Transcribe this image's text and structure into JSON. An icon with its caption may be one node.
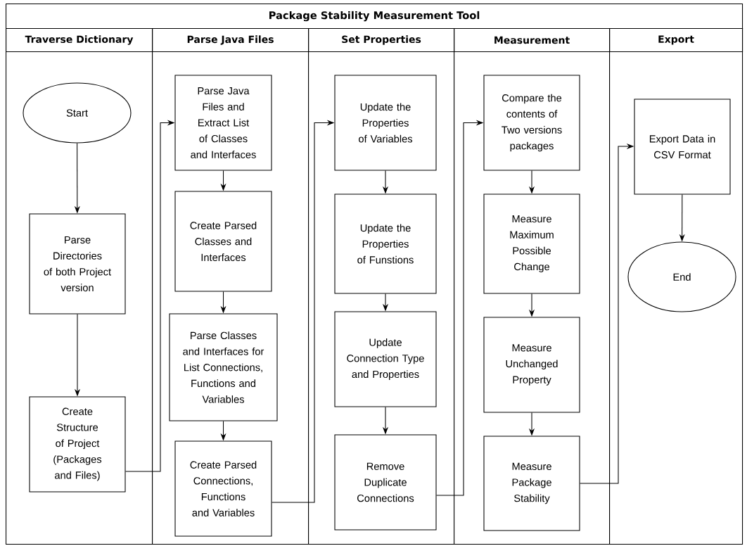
{
  "diagram": {
    "title": "Package Stability Measurement Tool",
    "nodes": [
      {
        "text": [
          "Traverse Dictionary"
        ]
      },
      {
        "text": [
          "Parse Java Files"
        ]
      },
      {
        "text": [
          "Set Properties"
        ]
      },
      {
        "text": [
          "Measurement"
        ]
      },
      {
        "text": [
          "Export"
        ]
      },
      {
        "text": [
          "Start"
        ],
        "in": 0
      },
      {
        "text": [
          "Parse Directories of both Project version"
        ],
        "in": 0
      },
      {
        "text": [
          "Create Structure of Project (Packages and Files)"
        ],
        "in": 0
      },
      {
        "text": [
          "Parse Java Files and Extract List of Classes and Interfaces"
        ],
        "in": 1
      },
      {
        "text": [
          "Create Parsed Classes and Interfaces"
        ],
        "in": 1
      },
      {
        "text": [
          "Parse Classes and Interfaces for List Connections, Functions and Variables"
        ],
        "in": 1
      },
      {
        "text": [
          "Create Parsed Connections, Functions and Variables"
        ],
        "in": 1
      },
      {
        "text": [
          "Update the Properties of Variables"
        ],
        "in": 2
      },
      {
        "text": [
          "Update the Properties of Funstions"
        ],
        "in": 2
      },
      {
        "text": [
          "Update Connection Type and Properties"
        ],
        "in": 2
      },
      {
        "text": [
          "Remove Duplicate Connections"
        ],
        "in": 2
      },
      {
        "text": [
          "Compare the contents of Two versions packages"
        ],
        "in": 3
      },
      {
        "text": [
          "Measure Maximum Possible Change"
        ],
        "in": 3
      },
      {
        "text": [
          "Measure Unchanged Property"
        ],
        "in": 3
      },
      {
        "text": [
          "Measure Package Stability"
        ],
        "in": 3
      },
      {
        "text": [
          "Export Data in CSV Format"
        ],
        "in": 4
      },
      {
        "text": [
          "End"
        ],
        "in": 4
      }
    ],
    "edges": [
      {
        "from": 5,
        "to": 6,
        "arrow": "to"
      },
      {
        "from": 6,
        "to": 7,
        "arrow": "to"
      },
      {
        "from": 7,
        "to": 8,
        "arrow": "to"
      },
      {
        "from": 8,
        "to": 9,
        "arrow": "to"
      },
      {
        "from": 9,
        "to": 10,
        "arrow": "to"
      },
      {
        "from": 10,
        "to": 11,
        "arrow": "to"
      },
      {
        "from": 11,
        "to": 12,
        "arrow": "to"
      },
      {
        "from": 12,
        "to": 13,
        "arrow": "to"
      },
      {
        "from": 13,
        "to": 14,
        "arrow": "to"
      },
      {
        "from": 14,
        "to": 15,
        "arrow": "to"
      },
      {
        "from": 15,
        "to": 16,
        "arrow": "to"
      },
      {
        "from": 16,
        "to": 17,
        "arrow": "to"
      },
      {
        "from": 17,
        "to": 18,
        "arrow": "to"
      },
      {
        "from": 18,
        "to": 19,
        "arrow": "to"
      },
      {
        "from": 19,
        "to": 20,
        "arrow": "to"
      },
      {
        "from": 20,
        "to": 21,
        "arrow": "to"
      }
    ]
  }
}
